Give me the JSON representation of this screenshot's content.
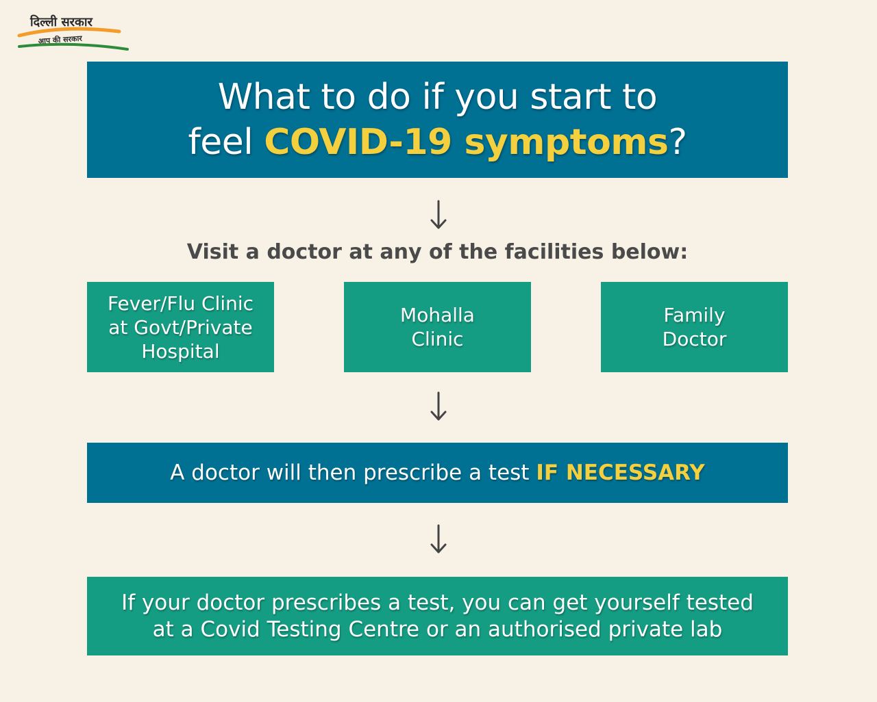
{
  "logo": {
    "title": "दिल्ली सरकार",
    "tagline": "आप की सरकार",
    "colors": {
      "saffron": "#f39c2a",
      "green": "#2e8b3a",
      "text": "#2a2a2a"
    }
  },
  "header": {
    "line1": "What to do if you start to",
    "line2_prefix": "feel ",
    "line2_highlight": "COVID-19 symptoms",
    "line2_suffix": "?"
  },
  "instruction": "Visit a doctor at any of the facilities below:",
  "facilities": [
    {
      "lines": [
        "Fever/Flu Clinic",
        "at Govt/Private",
        "Hospital"
      ]
    },
    {
      "lines": [
        "Mohalla",
        "Clinic"
      ]
    },
    {
      "lines": [
        "Family",
        "Doctor"
      ]
    }
  ],
  "prescription": {
    "text": "A doctor will then prescribe a test ",
    "highlight": "IF NECESSARY"
  },
  "final": {
    "line1": "If your doctor prescribes a test, you can get yourself tested",
    "line2": "at a Covid Testing Centre or an authorised private lab"
  },
  "colors": {
    "background": "#f8f1e6",
    "blue": "#007093",
    "teal": "#159d83",
    "highlight": "#f4d03f",
    "instruction_text": "#4a4a4a",
    "arrow": "#444444"
  },
  "icons": {
    "arrows": [
      "arrow-down-icon",
      "arrow-down-icon",
      "arrow-down-icon"
    ],
    "logo": "delhi-government-logo"
  }
}
